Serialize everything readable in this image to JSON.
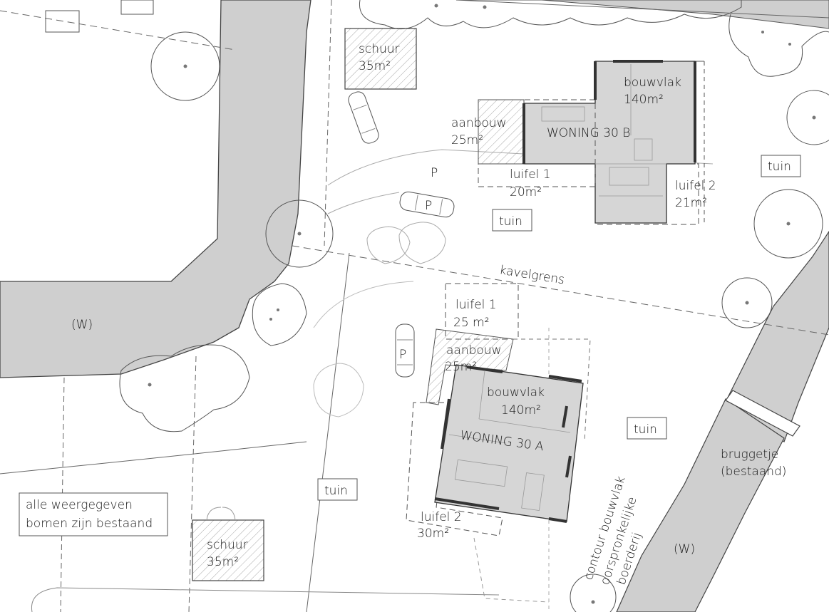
{
  "colors": {
    "water": "#cfcfcf",
    "building": "#d9d9d9",
    "line": "#555555",
    "hatch": "#999999",
    "background": "#ffffff"
  },
  "labels": {
    "schuur_top": "schuur",
    "schuur_top_area": "35m²",
    "aanbouw_b": "aanbouw",
    "aanbouw_b_area": "25m²",
    "bouwvlak_b": "bouwvlak",
    "bouwvlak_b_area": "140m²",
    "woning_b": "WONING 30 B",
    "p_top": "P",
    "p_car_top": "P",
    "luifel1_b": "luifel 1",
    "luifel1_b_area": "20m²",
    "luifel2_b": "luifel 2",
    "luifel2_b_area": "21m²",
    "tuin_1": "tuin",
    "tuin_2": "tuin",
    "kavelgrens": "kavelgrens",
    "water_left": "(W)",
    "luifel1_a": "luifel 1",
    "luifel1_a_area": "25 m²",
    "aanbouw_a": "aanbouw",
    "aanbouw_a_area": "25m²",
    "p_car_bottom": "P",
    "bouwvlak_a": "bouwvlak",
    "bouwvlak_a_area": "140m²",
    "woning_a": "WONING 30 A",
    "tuin_3": "tuin",
    "tuin_4": "tuin",
    "bruggetje": "bruggetje",
    "bruggetje_sub": "(bestaand)",
    "note_line1": "alle weergegeven",
    "note_line2": "bomen zijn bestaand",
    "schuur_bottom": "schuur",
    "schuur_bottom_area": "35m²",
    "luifel2_a": "luifel 2",
    "luifel2_a_area": "30m²",
    "contour_line1": "contour bouwvlak",
    "contour_line2": "oorspronkelijke",
    "contour_line3": "boerderij",
    "water_right": "(W)"
  }
}
